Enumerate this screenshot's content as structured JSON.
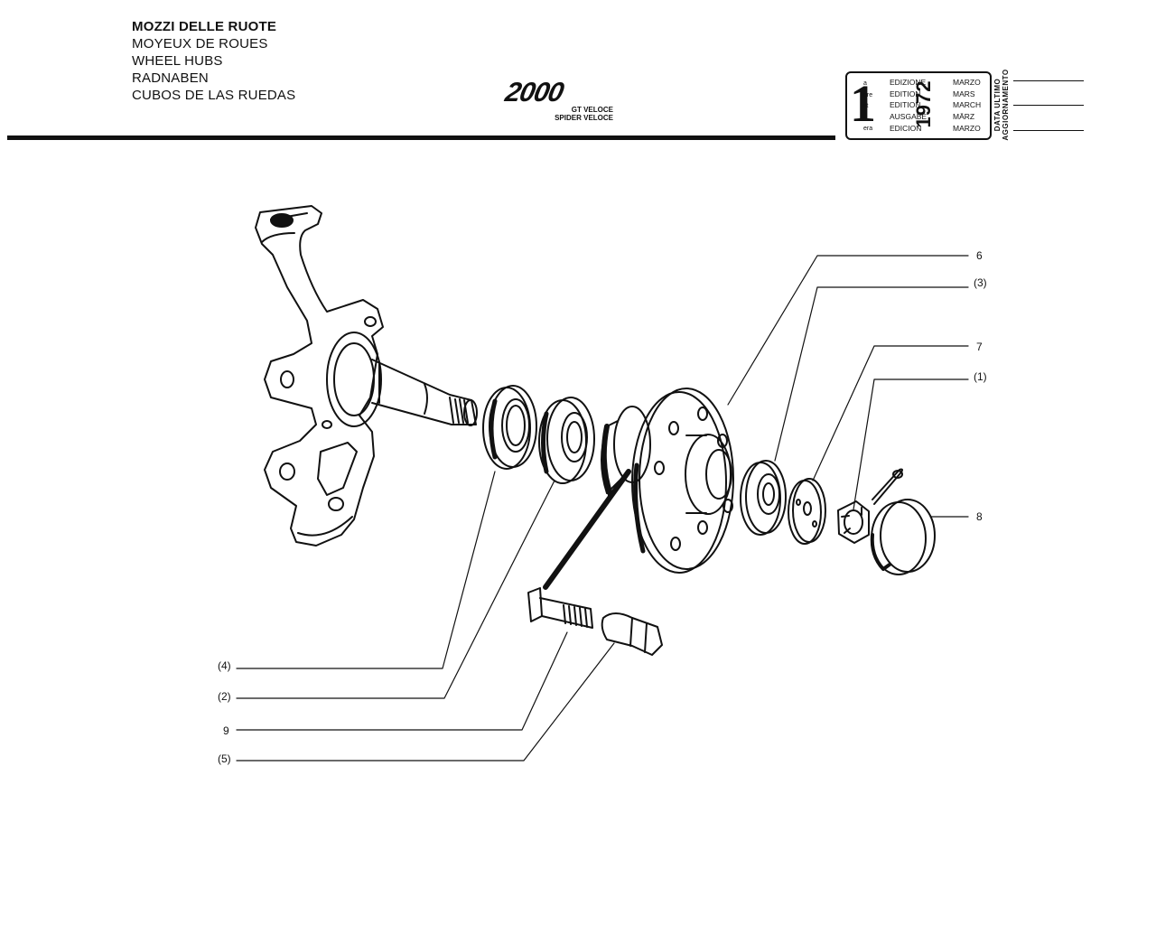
{
  "header": {
    "titles": [
      "MOZZI DELLE RUOTE",
      "MOYEUX DE ROUES",
      "WHEEL HUBS",
      "RADNABEN",
      "CUBOS DE LAS RUEDAS"
    ],
    "logo": {
      "main": "2000",
      "sub1": "GT VELOCE",
      "sub2": "SPIDER VELOCE"
    }
  },
  "edition_box": {
    "number": "1",
    "suffixes": [
      "a",
      "ere",
      "st",
      ".",
      "era"
    ],
    "labels": [
      "EDIZIONE",
      "EDITION",
      "EDITION",
      "AUSGABE",
      "EDICION"
    ],
    "months": [
      "MARZO",
      "MARS",
      "MARCH",
      "MÄRZ",
      "MARZO"
    ],
    "year": "1972",
    "update_label_1": "DATA ULTIMO",
    "update_label_2": "AGGIORNAMENTO"
  },
  "callouts": {
    "c6": "6",
    "c3": "(3)",
    "c7": "7",
    "c1": "(1)",
    "c8": "8",
    "c4": "(4)",
    "c2": "(2)",
    "c9": "9",
    "c5": "(5)"
  },
  "colors": {
    "ink": "#111111",
    "paper": "#ffffff"
  }
}
